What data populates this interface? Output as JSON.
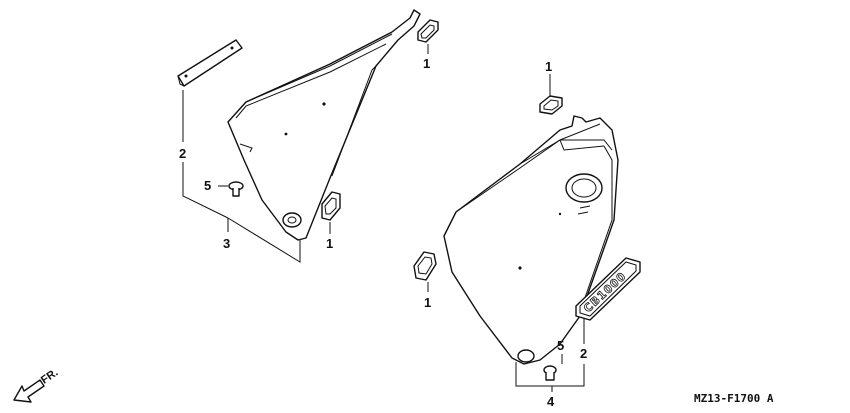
{
  "diagram": {
    "callouts": {
      "grommet_top_left": "1",
      "grommet_left_lower": "1",
      "grommet_right_top": "1",
      "grommet_right_lower": "1",
      "emblem_left": "2",
      "emblem_right": "2",
      "cover_left": "3",
      "cover_right": "4",
      "bolt_left": "5",
      "bolt_right": "5"
    },
    "emblem_text": "CB1000",
    "front_label": "FR.",
    "drawing_code": "MZ13-F1700 A"
  },
  "colors": {
    "line": "#111111",
    "background": "#ffffff"
  }
}
